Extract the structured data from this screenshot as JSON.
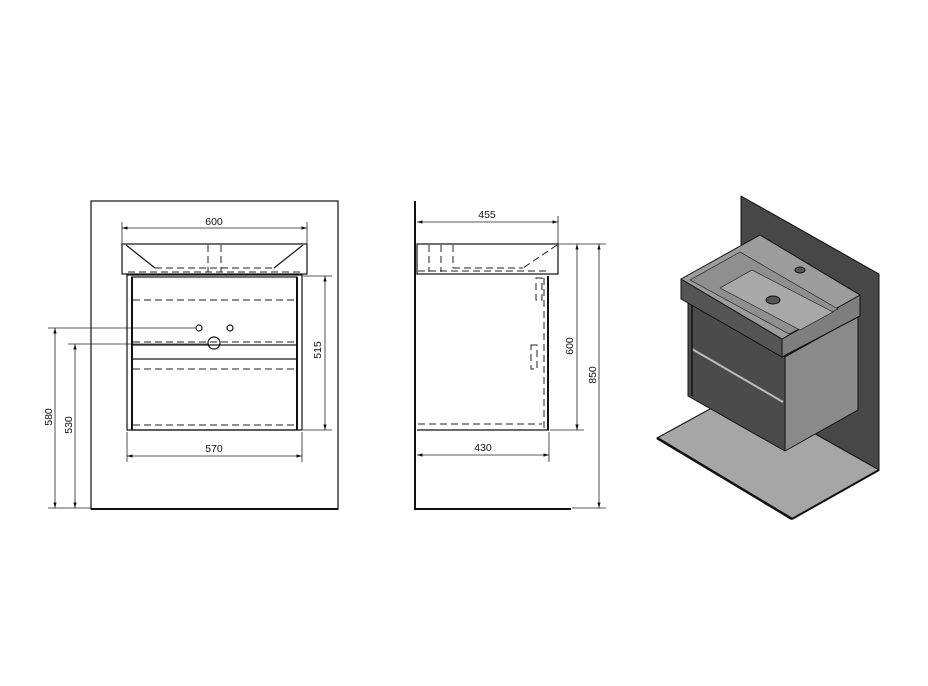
{
  "front_view": {
    "dims": {
      "overall_width": "600",
      "cabinet_width": "570",
      "cabinet_height": "515",
      "tap_hole_height": "580",
      "drain_height": "530"
    }
  },
  "side_view": {
    "dims": {
      "basin_depth": "455",
      "cabinet_depth": "430",
      "unit_height": "600",
      "total_height": "850"
    }
  },
  "iso_view": {
    "colors": {
      "wall": "#474747",
      "floor": "#a6a6a6",
      "front": "#4b4b4b",
      "side": "#8a8a8a",
      "basin_top": "#9c9c9c"
    }
  }
}
